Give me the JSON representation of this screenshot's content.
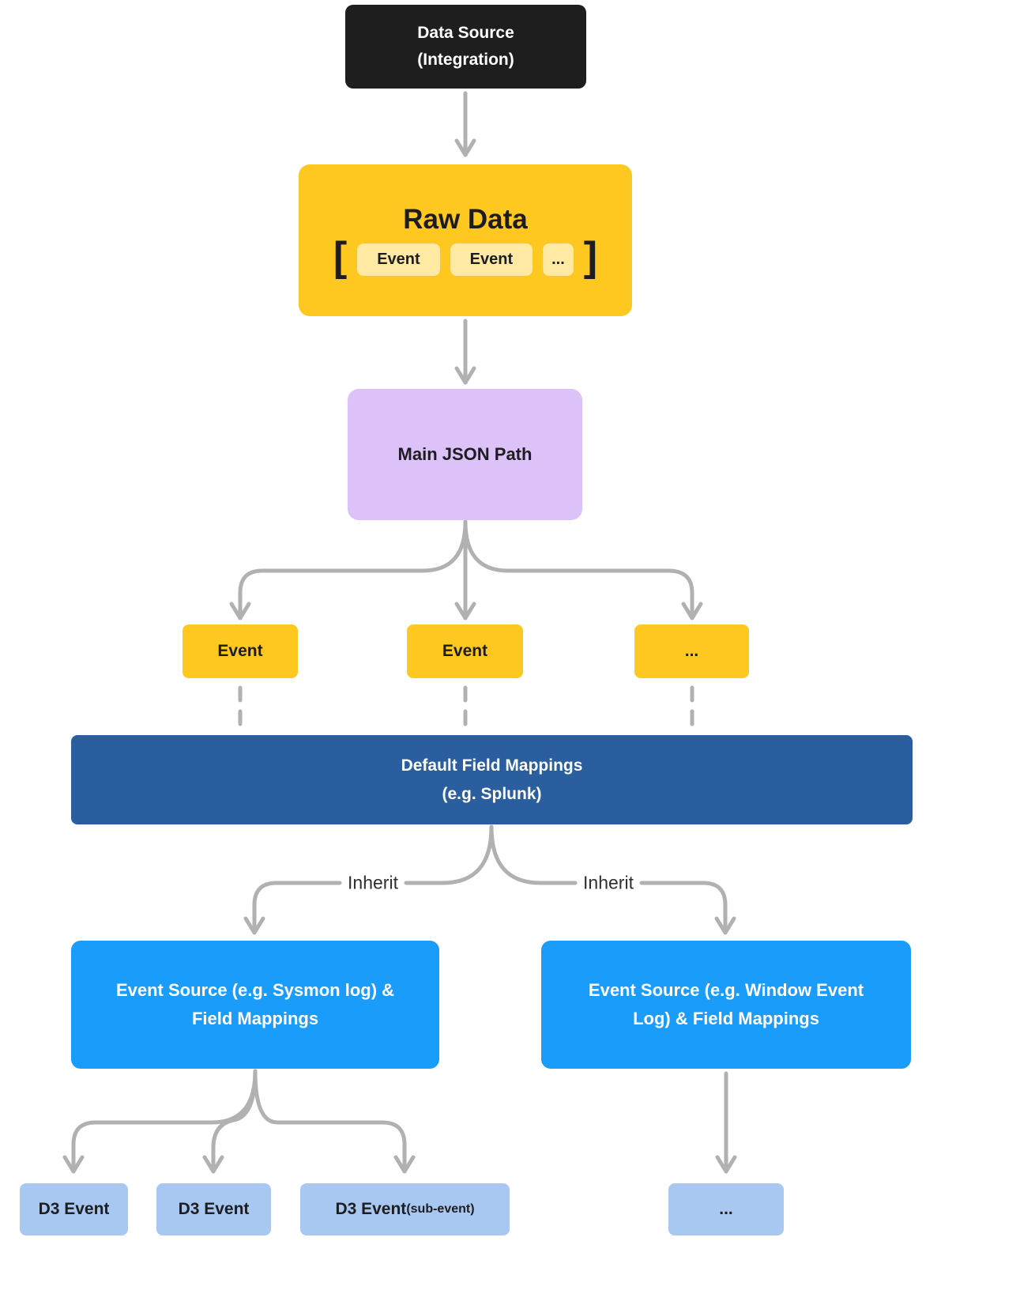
{
  "colors": {
    "bg": "#ffffff",
    "node_black": "#1e1e1e",
    "node_yellow": "#ffc821",
    "chip_yellow": "#ffe9a3",
    "node_purple": "#ddc2f9",
    "bar_blue": "#2a5e9e",
    "node_blue": "#1a9cfb",
    "node_lightblue": "#a8c8f2",
    "arrow_gray": "#b1b1b1",
    "text_dark": "#1d1d1f",
    "text_light": "#ffffff",
    "inherit_text": "#2f2f2f"
  },
  "diagram": {
    "data_source": {
      "line1": "Data Source",
      "line2": "(Integration)"
    },
    "raw_data": {
      "title": "Raw Data",
      "bracket_open": "[",
      "bracket_close": "]",
      "chips": [
        "Event",
        "Event",
        "..."
      ]
    },
    "main_json_path": {
      "label": "Main JSON Path"
    },
    "event_nodes": [
      "Event",
      "Event",
      "..."
    ],
    "default_field_mappings": {
      "line1": "Default Field Mappings",
      "line2": "(e.g. Splunk)"
    },
    "inherit_labels": {
      "left": "Inherit",
      "right": "Inherit"
    },
    "event_sources": {
      "left": "Event Source (e.g. Sysmon log) & Field Mappings",
      "right": "Event Source (e.g. Window Event Log) & Field Mappings"
    },
    "d3_events": [
      {
        "label": "D3 Event",
        "suffix": ""
      },
      {
        "label": "D3 Event",
        "suffix": ""
      },
      {
        "label": "D3 Event",
        "suffix": "(sub-event)"
      }
    ],
    "ellipsis_node": "..."
  }
}
